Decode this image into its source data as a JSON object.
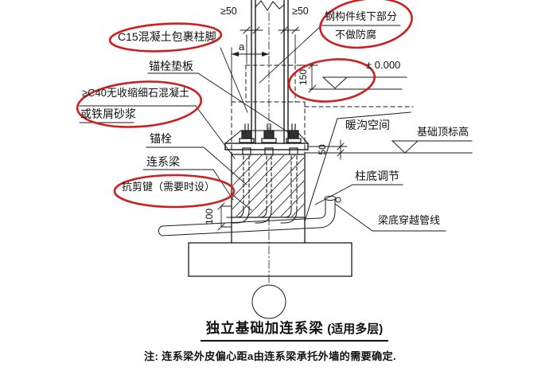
{
  "page": {
    "background": "#ffffff",
    "line_color": "#1a1a1a",
    "highlight_color": "#cc2020"
  },
  "title": {
    "main": "独立基础加连系梁",
    "suffix": "(适用多层)"
  },
  "note": "注: 连系梁外皮偏心距a由连系梁承托外墙的需要确定.",
  "callouts": {
    "c15_wrap": "C15混凝土包裹柱脚",
    "anchor_plate": "锚栓垫板",
    "c40_grout_line1": "≥C40无收缩细石混凝土",
    "c40_grout_line2": "或铁屑砂浆",
    "anchor_bolt": "锚栓",
    "tie_beam": "连系梁",
    "shear_key": "抗剪键（需要时设）",
    "steel_line1": "钢构件线下部分",
    "steel_line2": "不做防腐",
    "trench_space": "暖沟空间",
    "foundation_top_elev": "基础顶标高",
    "column_base_adjust": "柱底调节",
    "pipe_under_beam": "梁底穿越管线"
  },
  "dimensions": {
    "floor_elevation": "± 0.000",
    "clearance_left": "≥50",
    "clearance_right": "≥50",
    "eccentricity": "a",
    "wrap_height_above_floor": "150",
    "grout_thickness": "50",
    "embed_depth": "100"
  }
}
